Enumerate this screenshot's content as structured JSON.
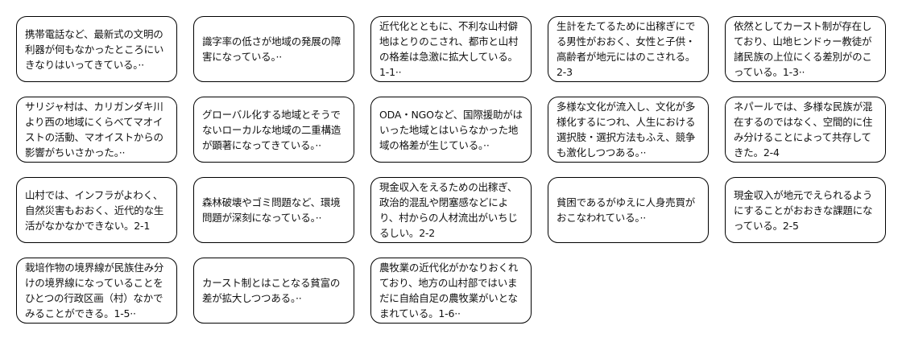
{
  "cards": [
    "携帯電話など、最新式の文明の利器が何もなかったところにいきなりはいってきている。··",
    "識字率の低さが地域の発展の障害になっている。··",
    "近代化とともに、不利な山村僻地はとりのこされ、都市と山村の格差は急激に拡大している。1-1··",
    "生計をたてるために出稼ぎにでる男性がおおく、女性と子供・高齢者が地元にはのこされる。2-3",
    "依然としてカースト制が存在しており、山地ヒンドゥー教徒が諸民族の上位にくる差別がのこっている。1-3··",
    "サリジャ村は、カリガンダキ川より西の地域にくらべてマオイストの活動、マオイストからの影響がちいさかった。··",
    "グローバル化する地域とそうでないローカルな地域の二重構造が顕著になってきている。··",
    "ODA・NGOなど、国際援助がはいった地域とはいらなかった地域の格差が生じている。··",
    "多様な文化が流入し、文化が多様化するにつれ、人生における選択肢・選択方法もふえ、競争も激化しつつある。··",
    "ネパールでは、多様な民族が混在するのではなく、空間的に住み分けることによって共存してきた。2-4",
    "山村では、インフラがよわく、自然災害もおおく、近代的な生活がなかなかできない。2-1",
    "森林破壊やゴミ問題など、環境問題が深刻になっている。··",
    "現金収入をえるための出稼ぎ、政治的混乱や閉塞感などにより、村からの人材流出がいちじるしい。2-2",
    "貧困であるがゆえに人身売買がおこなわれている。··",
    "現金収入が地元でえられるようにすることがおおきな課題になっている。2-5",
    "栽培作物の境界線が民族住み分けの境界線になっていることをひとつの行政区画（村）なかでみることができる。1-5··",
    "カースト制とはことなる貧富の差が拡大しつつある。··",
    "農牧業の近代化がかなりおくれており、地方の山村部ではいまだに自給自足の農牧業がいとなまれている。1-6··"
  ]
}
